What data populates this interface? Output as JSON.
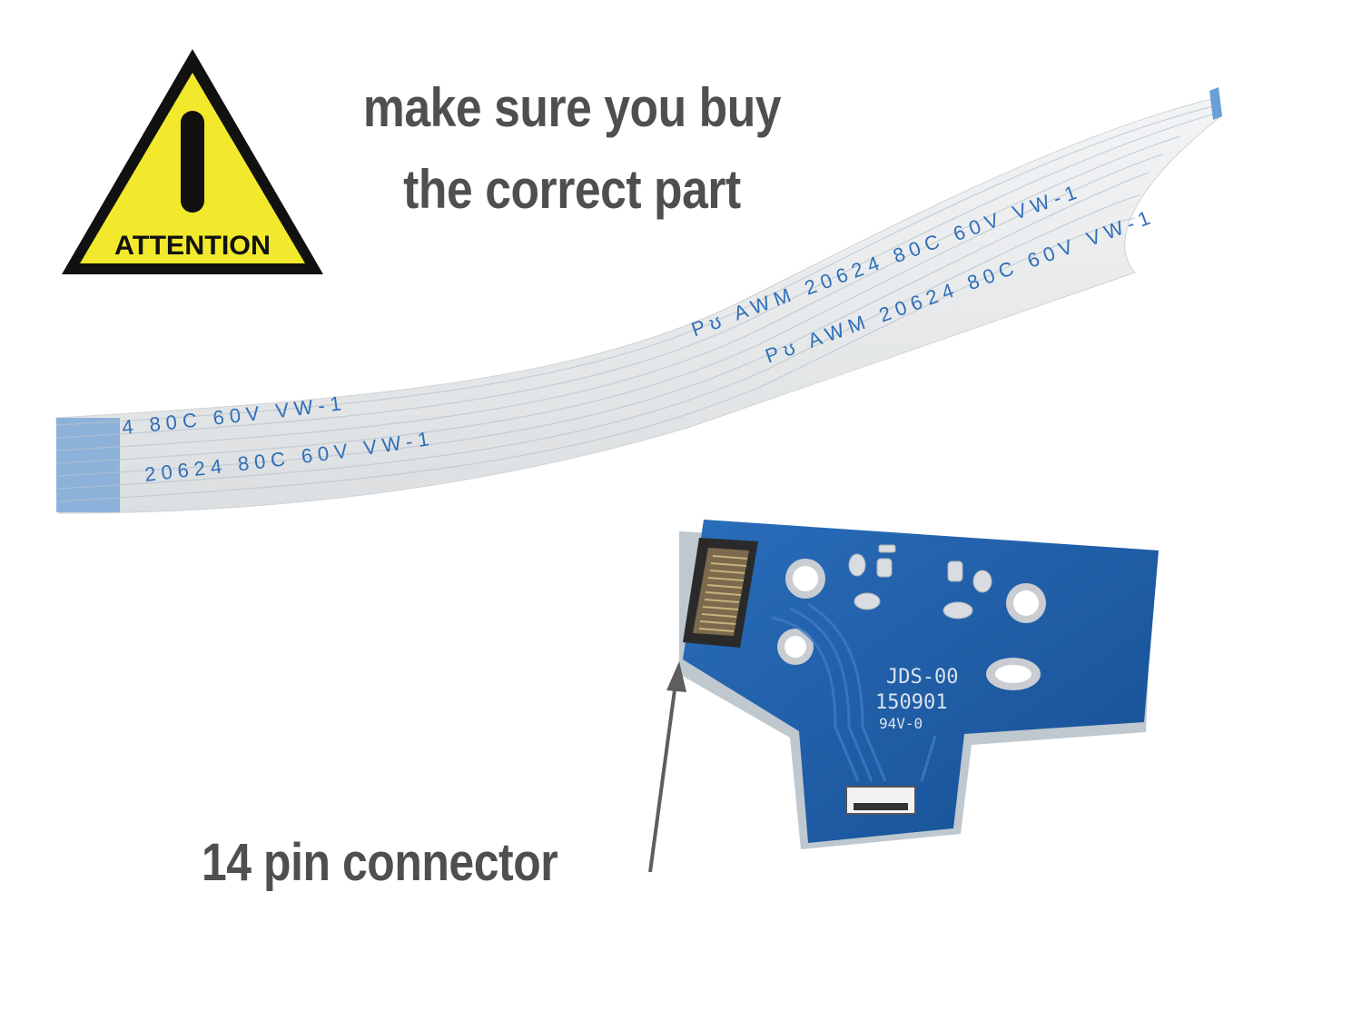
{
  "warning_sign": {
    "label": "ATTENTION",
    "colors": {
      "fill": "#f2e92c",
      "border": "#111111"
    },
    "icon": "exclamation-triangle-icon"
  },
  "headline": {
    "line1": "make sure you buy",
    "line2": "the correct part"
  },
  "ribbon_cable": {
    "print_rows": [
      "4   80C   60V   VW-1",
      "20624   80C   60V   VW-1",
      "Ρʊ  AWM  20624  80C  60V  VW-1",
      "Ρʊ  AWM  20624  80C  60V  VW-1"
    ],
    "colors": {
      "cable": "#e9eaeb",
      "contacts": "#6a9fd6",
      "print": "#2f6fb8"
    }
  },
  "board": {
    "silkscreen": [
      "JDS-00",
      "150901",
      "94V-0"
    ],
    "colors": {
      "pcb": "#1d5ea8",
      "pad": "#c9cdd2",
      "connector": "#2a2a2a"
    }
  },
  "callout": {
    "label": "14 pin connector",
    "arrow_color": "#5e5e5e"
  }
}
